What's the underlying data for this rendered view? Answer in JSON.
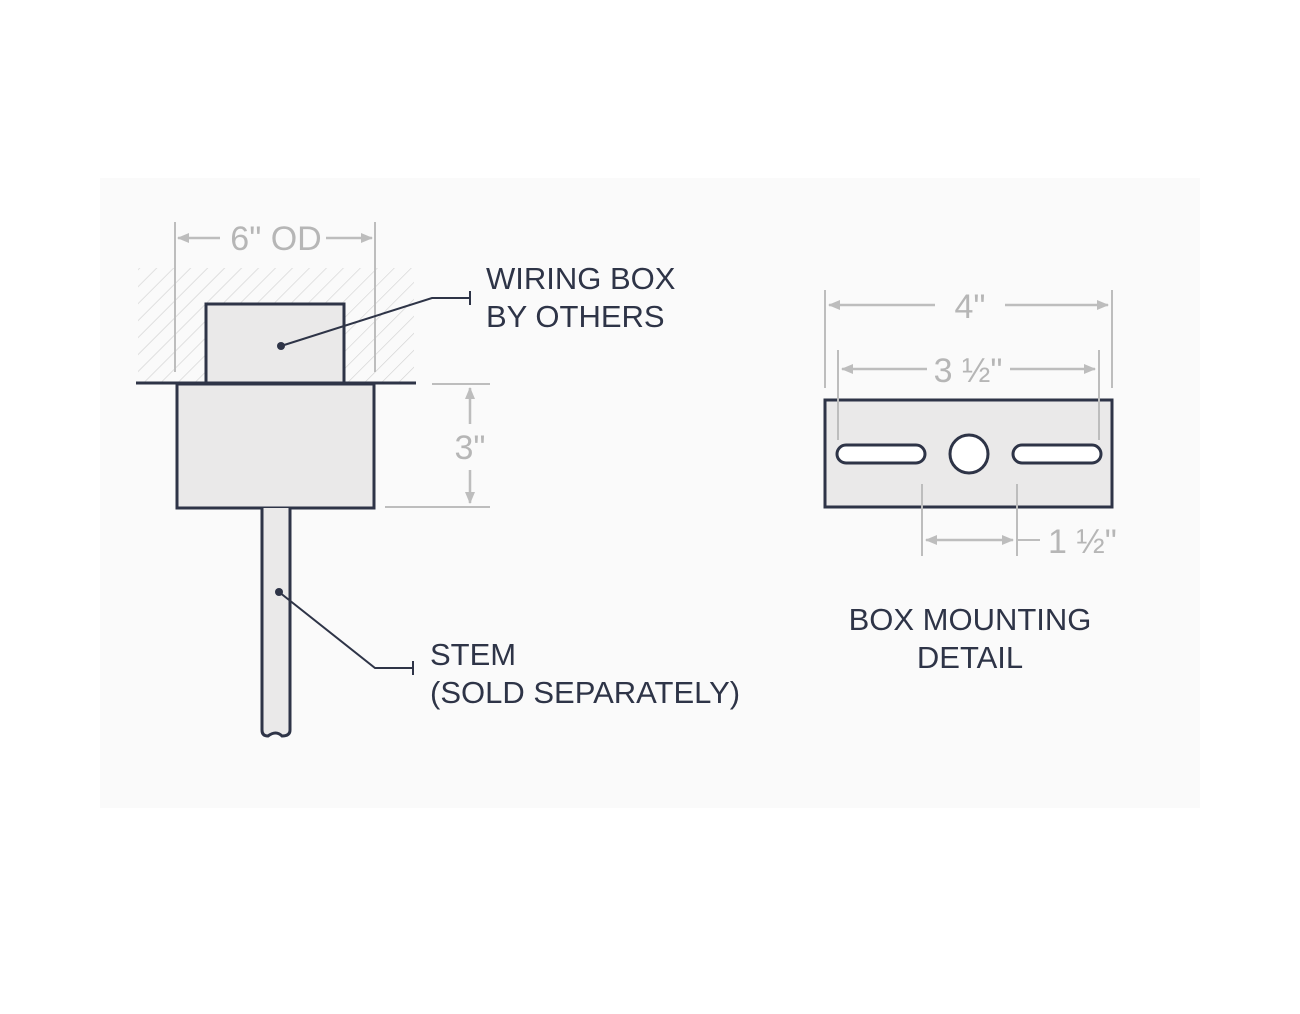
{
  "colors": {
    "outline": "#2e3447",
    "fill": "#eae9e9",
    "dimension": "#bdbdbd",
    "hatch": "#d3d3d3",
    "panel": "#fafafa"
  },
  "side_view": {
    "width_dim": "6\" OD",
    "height_dim": "3\"",
    "wiring_box_label": [
      "WIRING BOX",
      "BY OTHERS"
    ],
    "stem_label": [
      "STEM",
      "(SOLD SEPARATELY)"
    ]
  },
  "mount_detail": {
    "outer_dim": "4\"",
    "slot_dim": "3 ½\"",
    "center_dim": "1 ½\"",
    "title": [
      "BOX MOUNTING",
      "DETAIL"
    ]
  }
}
